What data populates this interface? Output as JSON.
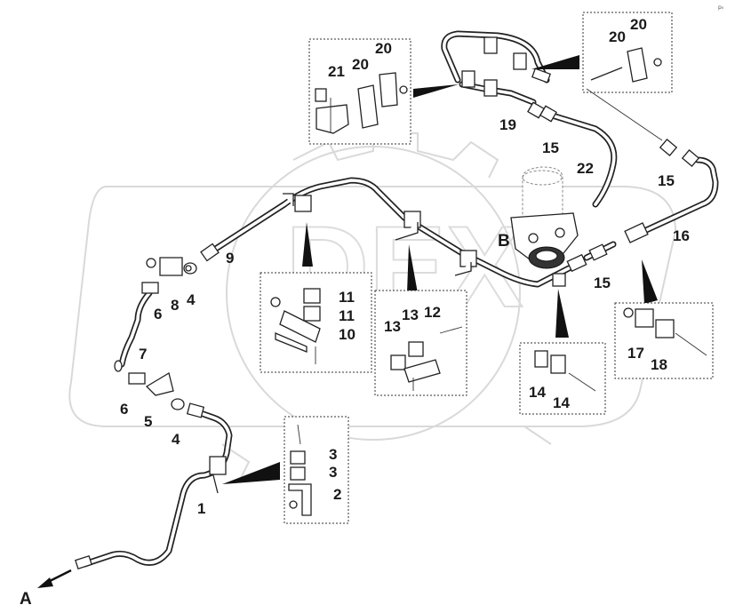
{
  "title": "",
  "corner_mark": "p₀",
  "callouts": {
    "n1": "1",
    "n2": "2",
    "n3a": "3",
    "n3b": "3",
    "n4a": "4",
    "n4b": "4",
    "n5": "5",
    "n6a": "6",
    "n6b": "6",
    "n7": "7",
    "n8": "8",
    "n9": "9",
    "n10": "10",
    "n11a": "11",
    "n11b": "11",
    "n12": "12",
    "n13a": "13",
    "n13b": "13",
    "n14a": "14",
    "n14b": "14",
    "n15a": "15",
    "n15b": "15",
    "n15c": "15",
    "n16": "16",
    "n17": "17",
    "n18": "18",
    "n19": "19",
    "n20a": "20",
    "n20b": "20",
    "n20c": "20",
    "n20d": "20",
    "n21": "21",
    "n22": "22"
  },
  "labels": {
    "a": "A",
    "b": "B"
  },
  "watermark": "DEX"
}
